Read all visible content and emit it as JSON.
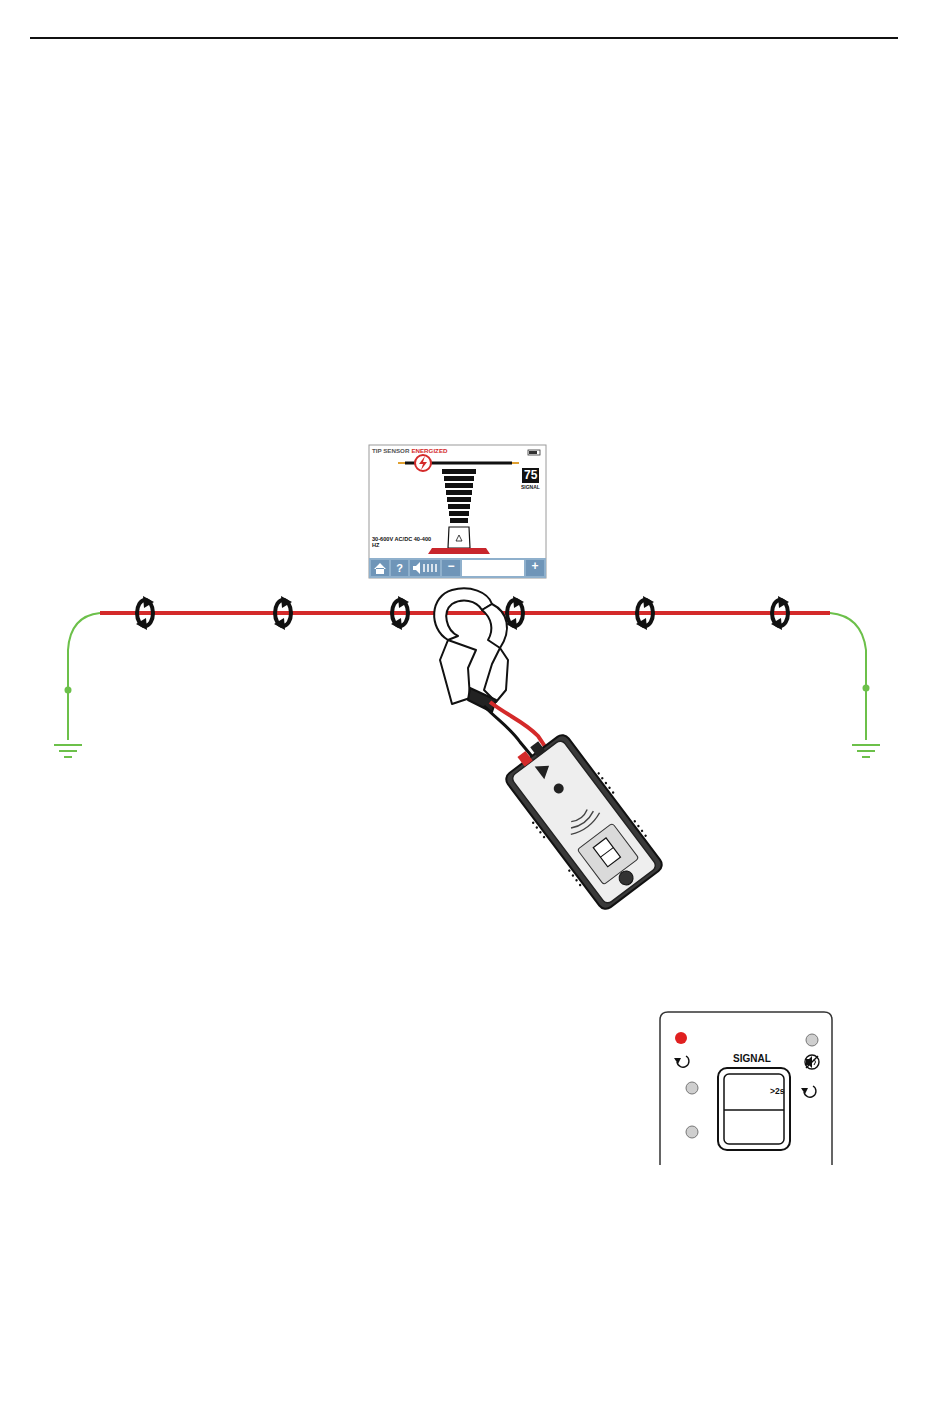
{
  "diagram": {
    "nodes": [
      {
        "text": [
          "TIP SENSOR",
          "ENERGIZED",
          "75",
          "SIGNAL",
          "30-600V AC/DC 40-400 HZ"
        ]
      },
      {
        "text": [
          "SIGNAL",
          ">2s"
        ]
      }
    ],
    "labels": [
      "?",
      "−",
      "+"
    ]
  }
}
